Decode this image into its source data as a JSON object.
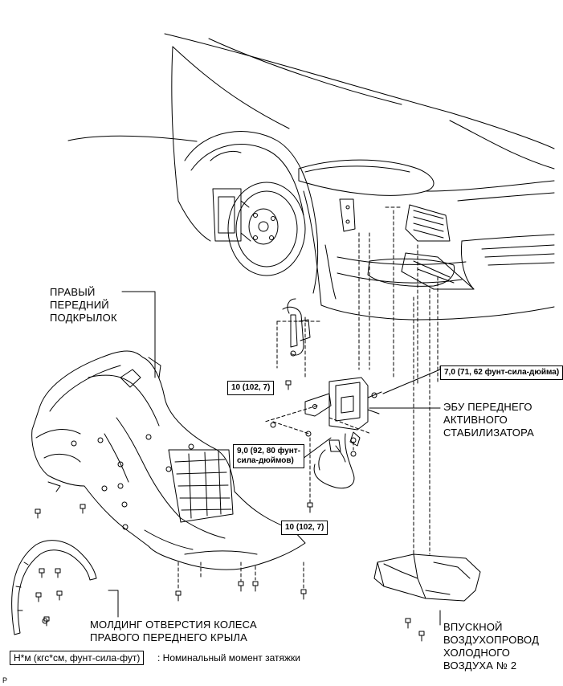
{
  "labels": {
    "fender_liner": [
      "ПРАВЫЙ",
      "ПЕРЕДНИЙ",
      "ПОДКРЫЛОК"
    ],
    "ecu": [
      "ЭБУ ПЕРЕДНЕГО",
      "АКТИВНОГО",
      "СТАБИЛИЗАТОРА"
    ],
    "wheel_moulding": [
      "МОЛДИНГ ОТВЕРСТИЯ КОЛЕСА",
      "ПРАВОГО ПЕРЕДНЕГО КРЫЛА"
    ],
    "air_duct": [
      "ВПУСКНОЙ",
      "ВОЗДУХОПРОВОД",
      "ХОЛОДНОГО",
      "ВОЗДУХА № 2"
    ]
  },
  "torques": {
    "t1": "7,0 (71, 62 фунт-сила-дюйма)",
    "t2": "10 (102, 7)",
    "t3": [
      "9,0 (92, 80 фунт-",
      "сила-дюймов)"
    ],
    "t4": "10 (102, 7)"
  },
  "legend": {
    "unit": "Н*м (кгс*см, фунт-сила-фут)",
    "text": ": Номинальный момент затяжки"
  },
  "corner_mark": "P"
}
